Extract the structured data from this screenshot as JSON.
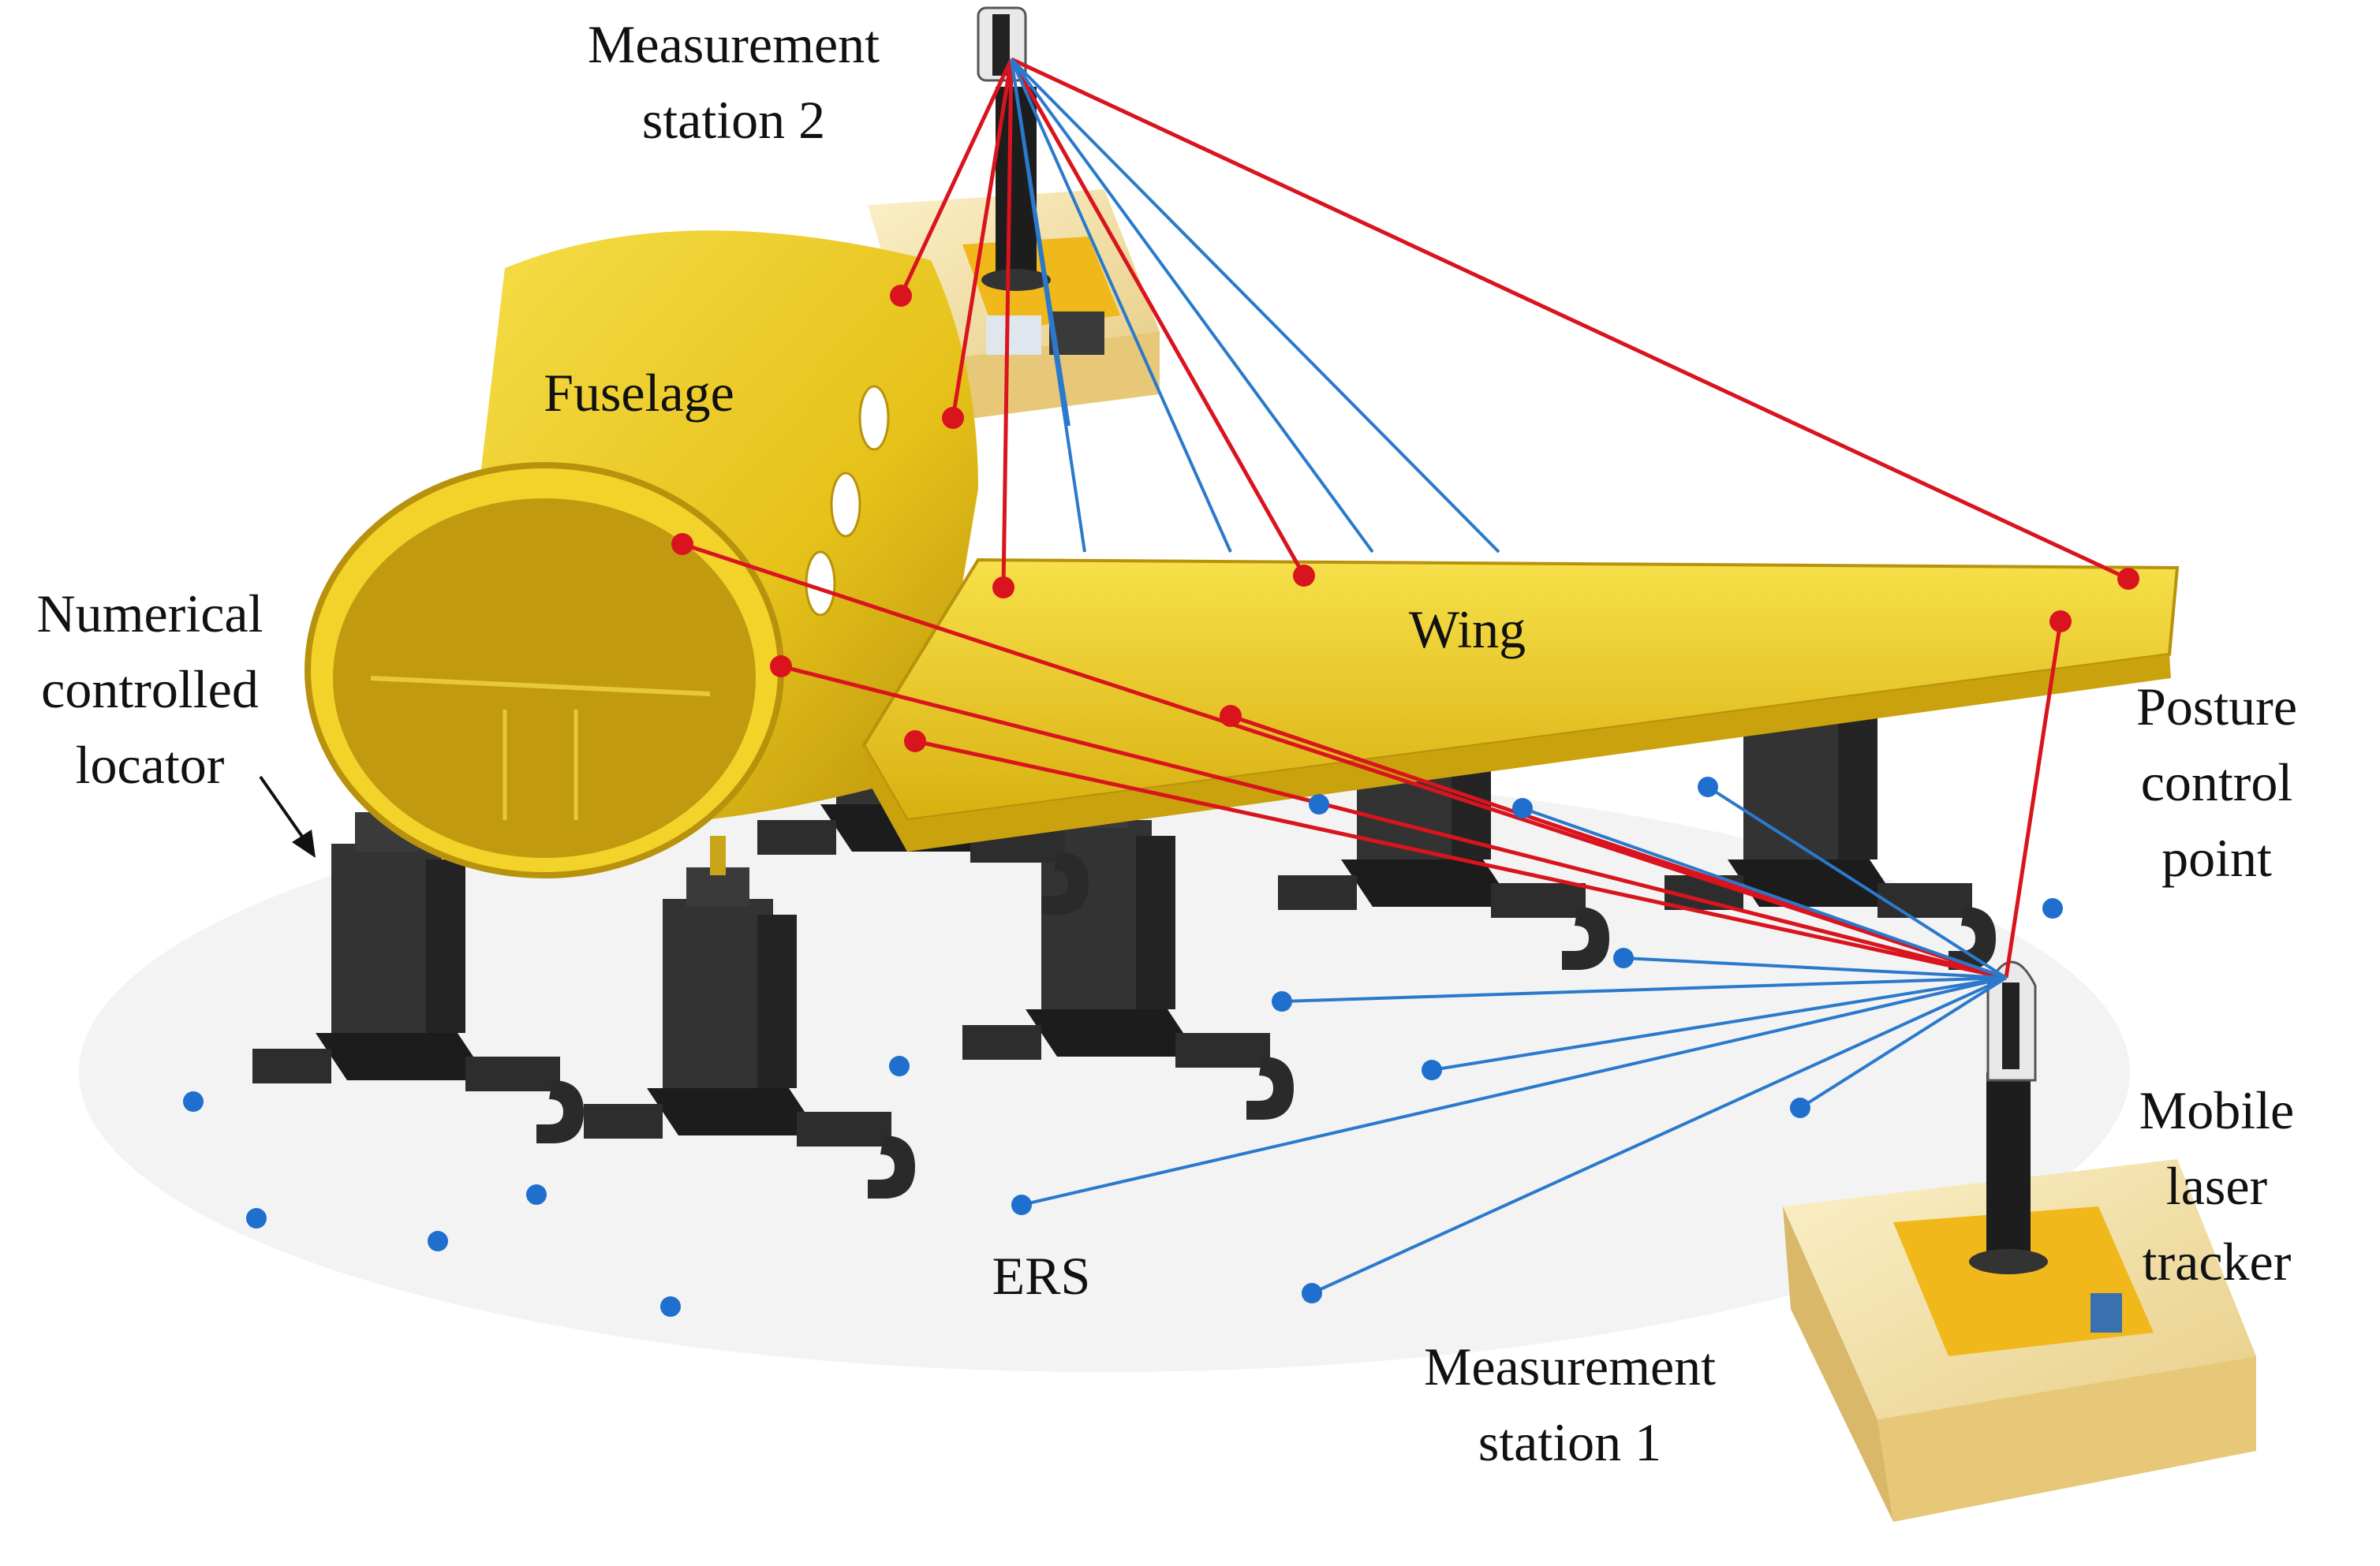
{
  "labels": {
    "station2": [
      "Measurement",
      "station 2"
    ],
    "fuselage": "Fuselage",
    "wing": "Wing",
    "locator": [
      "Numerical",
      "controlled",
      "locator"
    ],
    "posture": [
      "Posture",
      "control",
      "point"
    ],
    "mobile": [
      "Mobile",
      "laser",
      "tracker"
    ],
    "ers": "ERS",
    "station1": [
      "Measurement",
      "station 1"
    ]
  },
  "colors": {
    "fuselage": "#f2cf22",
    "fuselage_dark": "#b8920c",
    "wing": "#f4d21c",
    "wing_dark": "#c9a20e",
    "locator": "#2b2b2b",
    "cart": "#f3e3b0",
    "red_line": "#d9141e",
    "blue_line": "#2a79cc",
    "ers_dot": "#1f6fcf"
  },
  "icons": {
    "locator": "cnc-locator-icon",
    "tracker": "laser-tracker-icon",
    "cart": "mobile-cart-icon"
  }
}
